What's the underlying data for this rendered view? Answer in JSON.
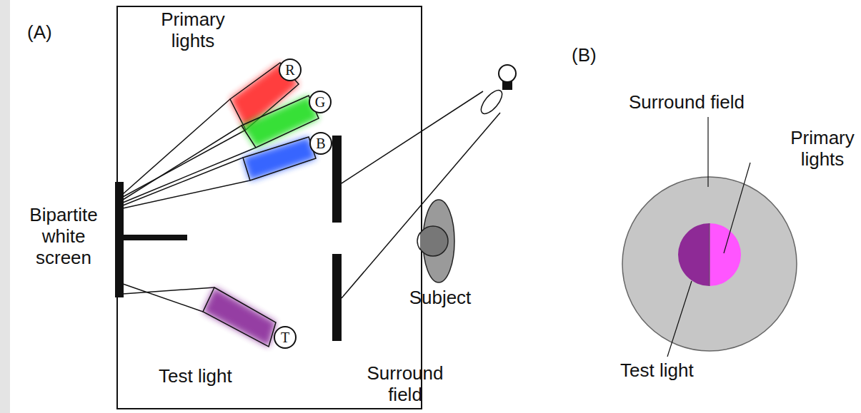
{
  "diagram": {
    "nodes": [
      {
        "text": [
          "R"
        ]
      },
      {
        "text": [
          "G"
        ]
      },
      {
        "text": [
          "B"
        ]
      },
      {
        "text": [
          "T"
        ]
      }
    ],
    "labels": [
      "(A)",
      "Primary lights",
      "Bipartite white screen",
      "Subject",
      "Test light",
      "Surround field",
      "(B)",
      "Surround field",
      "Primary lights",
      "Test light"
    ]
  }
}
